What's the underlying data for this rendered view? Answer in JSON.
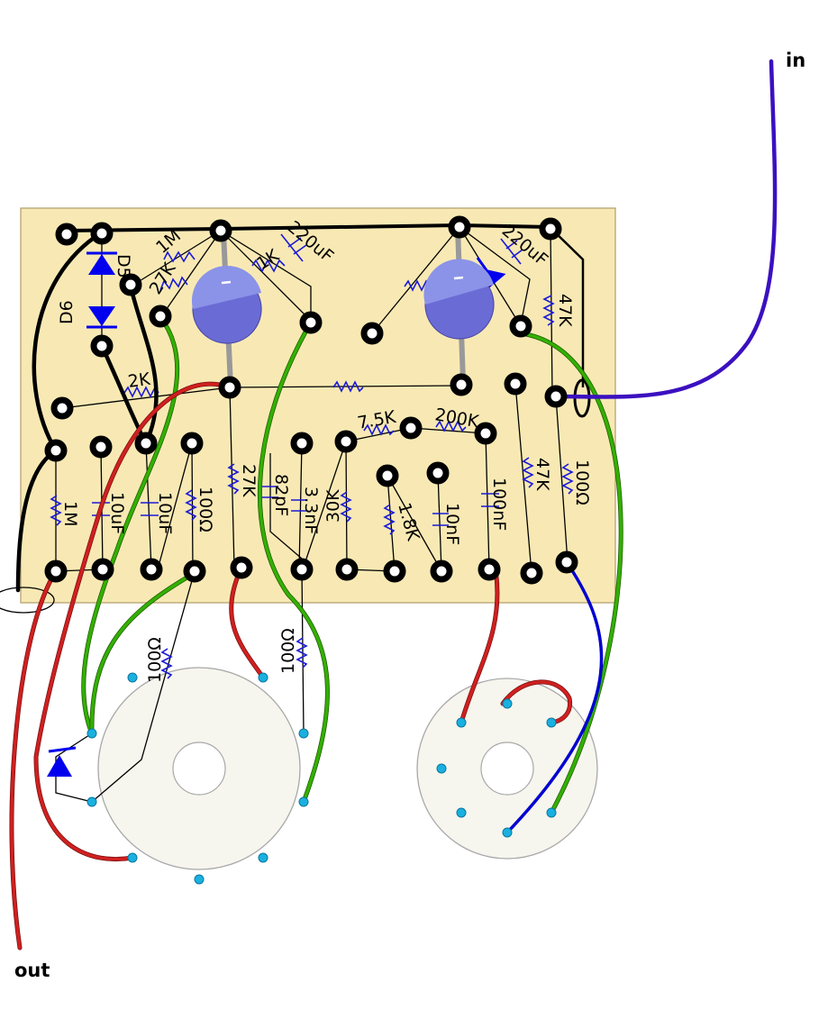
{
  "io": {
    "in_label": "in",
    "out_label": "out"
  },
  "board": {
    "color": "#f8e9b4",
    "border": "#b09c6a"
  },
  "components": {
    "diodes": [
      "D5",
      "D6"
    ],
    "resistors": [
      "1M",
      "27K",
      "1K",
      "47K",
      "2K",
      "7.5K",
      "200K",
      "27K",
      "1M",
      "100Ω",
      "47K",
      "100Ω",
      "30K",
      "1.8K",
      "100Ω",
      "100Ω"
    ],
    "capacitors": [
      "220uF",
      "220uF",
      "10uF",
      "10uF",
      "82pF",
      "3.3nF",
      "10nF",
      "100nF"
    ]
  },
  "colors": {
    "wire_red": "#d02020",
    "wire_green": "#33b000",
    "wire_blue": "#0000d0",
    "wire_purple": "#3b10c0",
    "component_blue": "#1a1ad8",
    "tube": "#6b6bd6",
    "lug": "#1ab0e0"
  }
}
